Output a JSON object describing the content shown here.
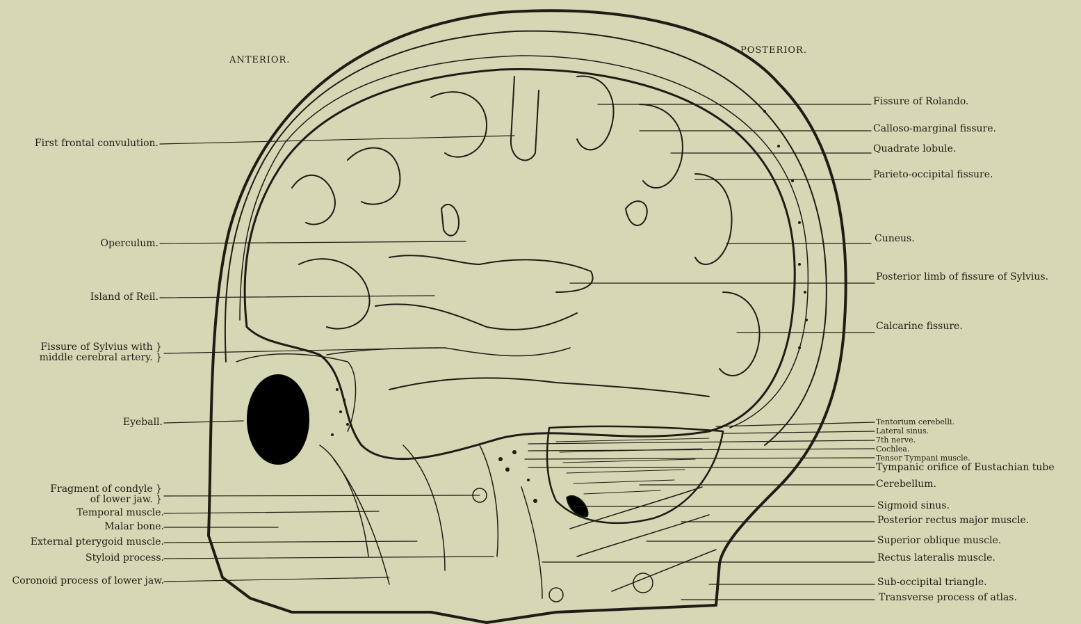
{
  "orientation": {
    "anterior": "ANTERIOR.",
    "posterior": "POSTERIOR."
  },
  "left_labels": {
    "first_frontal": "First frontal convulution.",
    "operculum": "Operculum.",
    "island_reil": "Island of Reil.",
    "sylvius_1": "Fissure of Sylvius with }",
    "sylvius_2": "middle cerebral artery. }",
    "eyeball": "Eyeball.",
    "condyle_1": "Fragment of condyle }",
    "condyle_2": "of lower jaw. }",
    "temporal": "Temporal muscle.",
    "malar": "Malar bone.",
    "pterygoid": "External pterygoid muscle.",
    "styloid": "Styloid process.",
    "coronoid": "Coronoid process of lower jaw."
  },
  "right_labels": {
    "rolando": "Fissure of Rolando.",
    "calloso": "Calloso-marginal fissure.",
    "quadrate": "Quadrate lobule.",
    "parieto": "Parieto-occipital fissure.",
    "cuneus": "Cuneus.",
    "post_limb": "Posterior limb of fissure of Sylvius.",
    "calcarine": "Calcarine fissure.",
    "tentorium": "Tentorium cerebelli.",
    "lateral_sinus": "Lateral sinus.",
    "seventh_nerve": "7th nerve.",
    "cochlea": "Cochlea.",
    "tensor": "Tensor Tympani muscle.",
    "tympanic": "Tympanic orifice of Eustachian tube",
    "cerebellum": "Cerebellum.",
    "sigmoid": "Sigmoid sinus.",
    "rectus_major": "Posterior rectus major muscle.",
    "sup_oblique": "Superior oblique muscle.",
    "rectus_lat": "Rectus lateralis muscle.",
    "suboccipital": "Sub-occipital triangle.",
    "transverse": "Transverse process of atlas."
  }
}
